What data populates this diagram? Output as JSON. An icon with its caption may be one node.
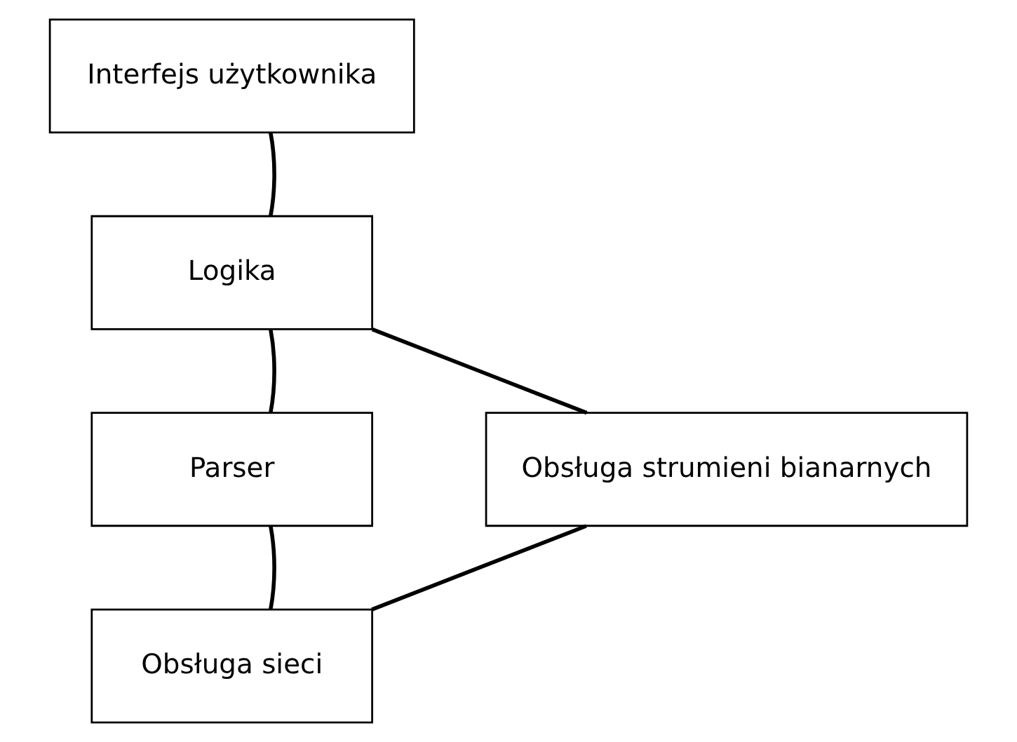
{
  "diagram": {
    "nodes": [
      {
        "text": [
          "Interfejs użytkownika"
        ]
      },
      {
        "text": [
          "Logika"
        ]
      },
      {
        "text": [
          "Parser"
        ]
      },
      {
        "text": [
          "Obsługa strumieni bianarnych"
        ]
      },
      {
        "text": [
          "Obsługa sieci"
        ]
      }
    ],
    "edges": [
      {
        "from": 1,
        "to": 0,
        "arrow": "none"
      },
      {
        "from": 1,
        "to": 2,
        "arrow": "none"
      },
      {
        "from": 1,
        "to": 3,
        "arrow": "none"
      },
      {
        "from": 2,
        "to": 4,
        "arrow": "none"
      },
      {
        "from": 3,
        "to": 4,
        "arrow": "none"
      }
    ]
  }
}
